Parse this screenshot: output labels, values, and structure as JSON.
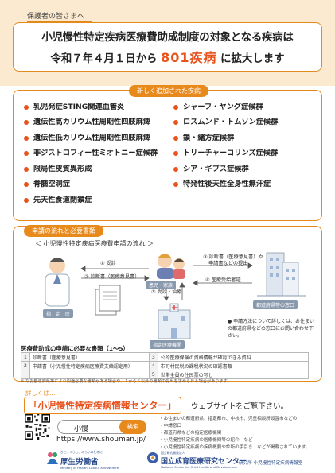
{
  "header": {
    "audience": "保護者の皆さまへ",
    "line1": "小児慢性特定疾病医療費助成制度の対象となる疾病は",
    "line2_pre": "令和７年４月１日から",
    "line2_highlight": "801疾病",
    "line2_post": "に拡大します"
  },
  "new_diseases": {
    "label": "新しく追加された疾病",
    "left": [
      "乳児発症STING関連血管炎",
      "遺伝性高カリウム性周期性四肢麻痺",
      "遺伝性低カリウム性周期性四肢麻痺",
      "非ジストロフィー性ミオトニー症候群",
      "限局性皮質異形成",
      "脊髄空洞症",
      "先天性食道閉鎖症"
    ],
    "right": [
      "シャーフ・ヤング症候群",
      "ロスムンド・トムソン症候群",
      "鎖・緒方症候群",
      "トリーチャーコリンズ症候群",
      "シア・ギブス症候群",
      "特発性後天性全身性無汗症"
    ]
  },
  "flow": {
    "label": "申請の流れと必要書類",
    "subtitle": "＜ 小児慢性特定疾病医療費申請の流れ ＞",
    "step1": "① 受診",
    "step2": "② 診断書（医療意見書）",
    "step3a": "③ 診断書（医療意見書）や",
    "step3b": "申請書などの提出",
    "step4": "④ 医療受給者証",
    "step5": "⑤ 受診・治療",
    "doctor": "指　定　医",
    "family": "患児・家族",
    "office": "都道府県等の窓口",
    "hospital": "指定医療機関",
    "note": "● 申請方法について詳しくは、お住まいの都道府県などの窓口にお問い合わせ下さい。"
  },
  "documents": {
    "title": "医療費助成の申請に必要な書類（1～5）",
    "rows": [
      {
        "n1": "1",
        "c1": "診断書（医療意見書）",
        "n2": "3",
        "c2": "公的医療保険の資格情報が確認できる資料"
      },
      {
        "n1": "2",
        "c1": "申請書（小児慢性特定疾病医療費支給認定用）",
        "n2": "4",
        "c2": "市町村民税の課税状況の確認書類"
      },
      {
        "n1": "",
        "c1": "",
        "n2": "5",
        "c2": "世帯全員の住民票の写し"
      }
    ],
    "footnote": "※ なお都道府県等により別途必要な書類がある場合や、１から５以外の書類の提出を求められる場合があります。"
  },
  "info": {
    "more": "詳しくは…",
    "center": "「小児慢性特定疾病情報センター」",
    "please": "ウェブサイトをご覧下さい。",
    "search_query": "小慢",
    "search_button": "検索",
    "url": "https://www.shouman.jp/",
    "bullets": [
      "お住まいの都道府県、指定都市、中核市、児童相談所設置市などの",
      "申請窓口",
      "都道府県などの指定医療機関",
      "小児慢性特定疾病の医療機関等の紹介　など",
      "小児慢性特定疾病の疾病概要や診断の手引き　などが掲載されています。"
    ]
  },
  "footer": {
    "mhlw": "厚生労働省",
    "mhlw_sub": "Ministry of Health, Labour and Welfare",
    "mhlw_tag": "ひと、くらし、みらいのために",
    "ncchd_top": "国立研究開発法人",
    "ncchd": "国立成育医療研究センター",
    "ncchd_sub": "National Center for Child Health and Development",
    "dept": "研究所 小児慢性特定疾病情報室"
  },
  "colors": {
    "accent": "#e8891c",
    "highlight": "#e8521c",
    "band": "#fbe9d0"
  }
}
